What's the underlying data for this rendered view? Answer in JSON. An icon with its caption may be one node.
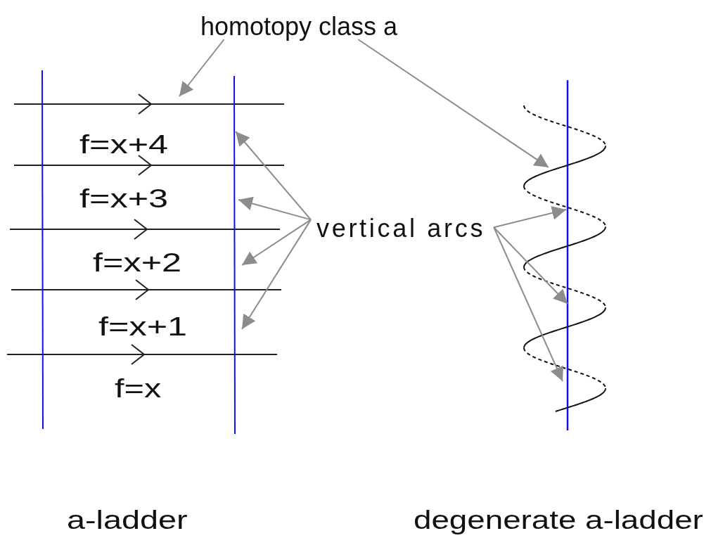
{
  "diagram": {
    "nodes": [
      {
        "text": [
          "homotopy class a"
        ]
      },
      {
        "text": [
          "vertical arcs"
        ]
      }
    ],
    "edges": [
      {
        "from": 0,
        "to": null,
        "arrow": "to"
      },
      {
        "from": 0,
        "to": null,
        "arrow": "to"
      },
      {
        "from": 1,
        "to": null,
        "arrow": "to"
      },
      {
        "from": 1,
        "to": null,
        "arrow": "to"
      },
      {
        "from": 1,
        "to": null,
        "arrow": "to"
      },
      {
        "from": 1,
        "to": null,
        "arrow": "to"
      },
      {
        "from": 1,
        "to": null,
        "arrow": "to"
      },
      {
        "from": 1,
        "to": null,
        "arrow": "to"
      },
      {
        "from": 1,
        "to": null,
        "arrow": "to"
      }
    ],
    "labels": [
      "f=x+4",
      "f=x+3",
      "f=x+2",
      "f=x+1",
      "f=x",
      "a-ladder",
      "degenerate a-ladder"
    ]
  }
}
